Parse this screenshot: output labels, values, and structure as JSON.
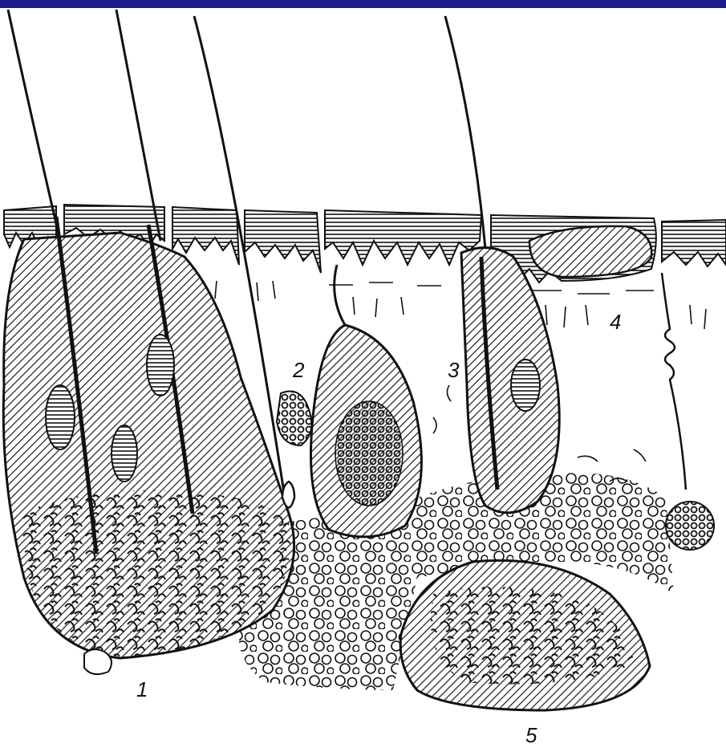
{
  "header": {
    "bar_color": "#1a1a8c"
  },
  "colors": {
    "ink": "#111111",
    "paper": "#ffffff"
  },
  "figure": {
    "labels": {
      "l1": "1",
      "l2": "2",
      "l3": "3",
      "l4": "4",
      "l5": "5"
    }
  }
}
